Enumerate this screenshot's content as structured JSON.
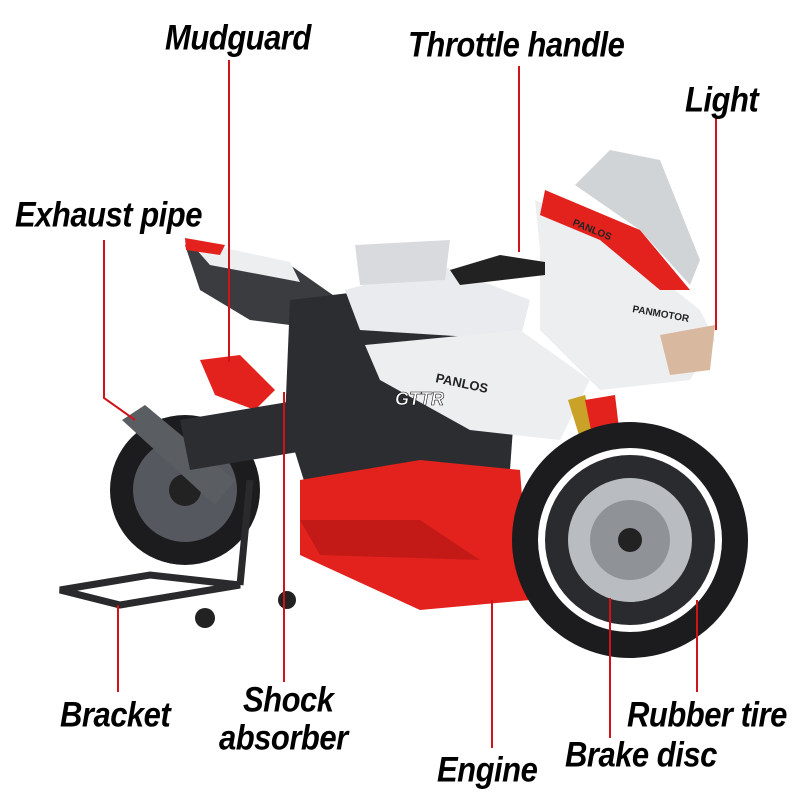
{
  "colors": {
    "leader_line": "#d0121b",
    "body_red": "#e3221e",
    "body_white": "#eceef0",
    "body_dark": "#2b2d31",
    "tire": "#1c1c1e"
  },
  "labels": {
    "mudguard": "Mudguard",
    "throttle_handle": "Throttle handle",
    "light": "Light",
    "exhaust_pipe": "Exhaust pipe",
    "bracket": "Bracket",
    "shock_absorber_line1": "Shock",
    "shock_absorber_line2": "absorber",
    "engine": "Engine",
    "brake_disc": "Brake disc",
    "rubber_tire": "Rubber tire"
  },
  "bike_decals": {
    "fairing_brand": "PANLOS",
    "side_brand": "PANMOTOR",
    "tank_badge": "GTTR",
    "windscreen_brand": "PANLOS"
  }
}
